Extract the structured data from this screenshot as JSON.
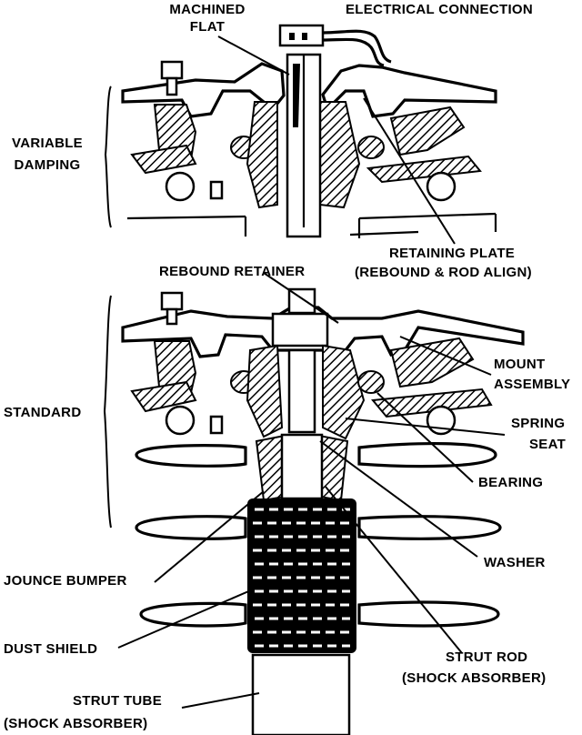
{
  "labels": {
    "machined_flat": [
      "MACHINED",
      "FLAT"
    ],
    "electrical_connection": "ELECTRICAL CONNECTION",
    "variable_damping": [
      "VARIABLE",
      "DAMPING"
    ],
    "retaining_plate": [
      "RETAINING PLATE",
      "(REBOUND & ROD ALIGN)"
    ],
    "rebound_retainer": "REBOUND RETAINER",
    "mount_assembly": [
      "MOUNT",
      "ASSEMBLY"
    ],
    "standard": "STANDARD",
    "spring_seat": [
      "SPRING",
      "SEAT"
    ],
    "bearing": "BEARING",
    "washer": "WASHER",
    "jounce_bumper": "JOUNCE BUMPER",
    "dust_shield": "DUST SHIELD",
    "strut_rod": [
      "STRUT ROD",
      "(SHOCK ABSORBER)"
    ],
    "strut_tube": [
      "STRUT TUBE",
      "(SHOCK ABSORBER)"
    ]
  }
}
